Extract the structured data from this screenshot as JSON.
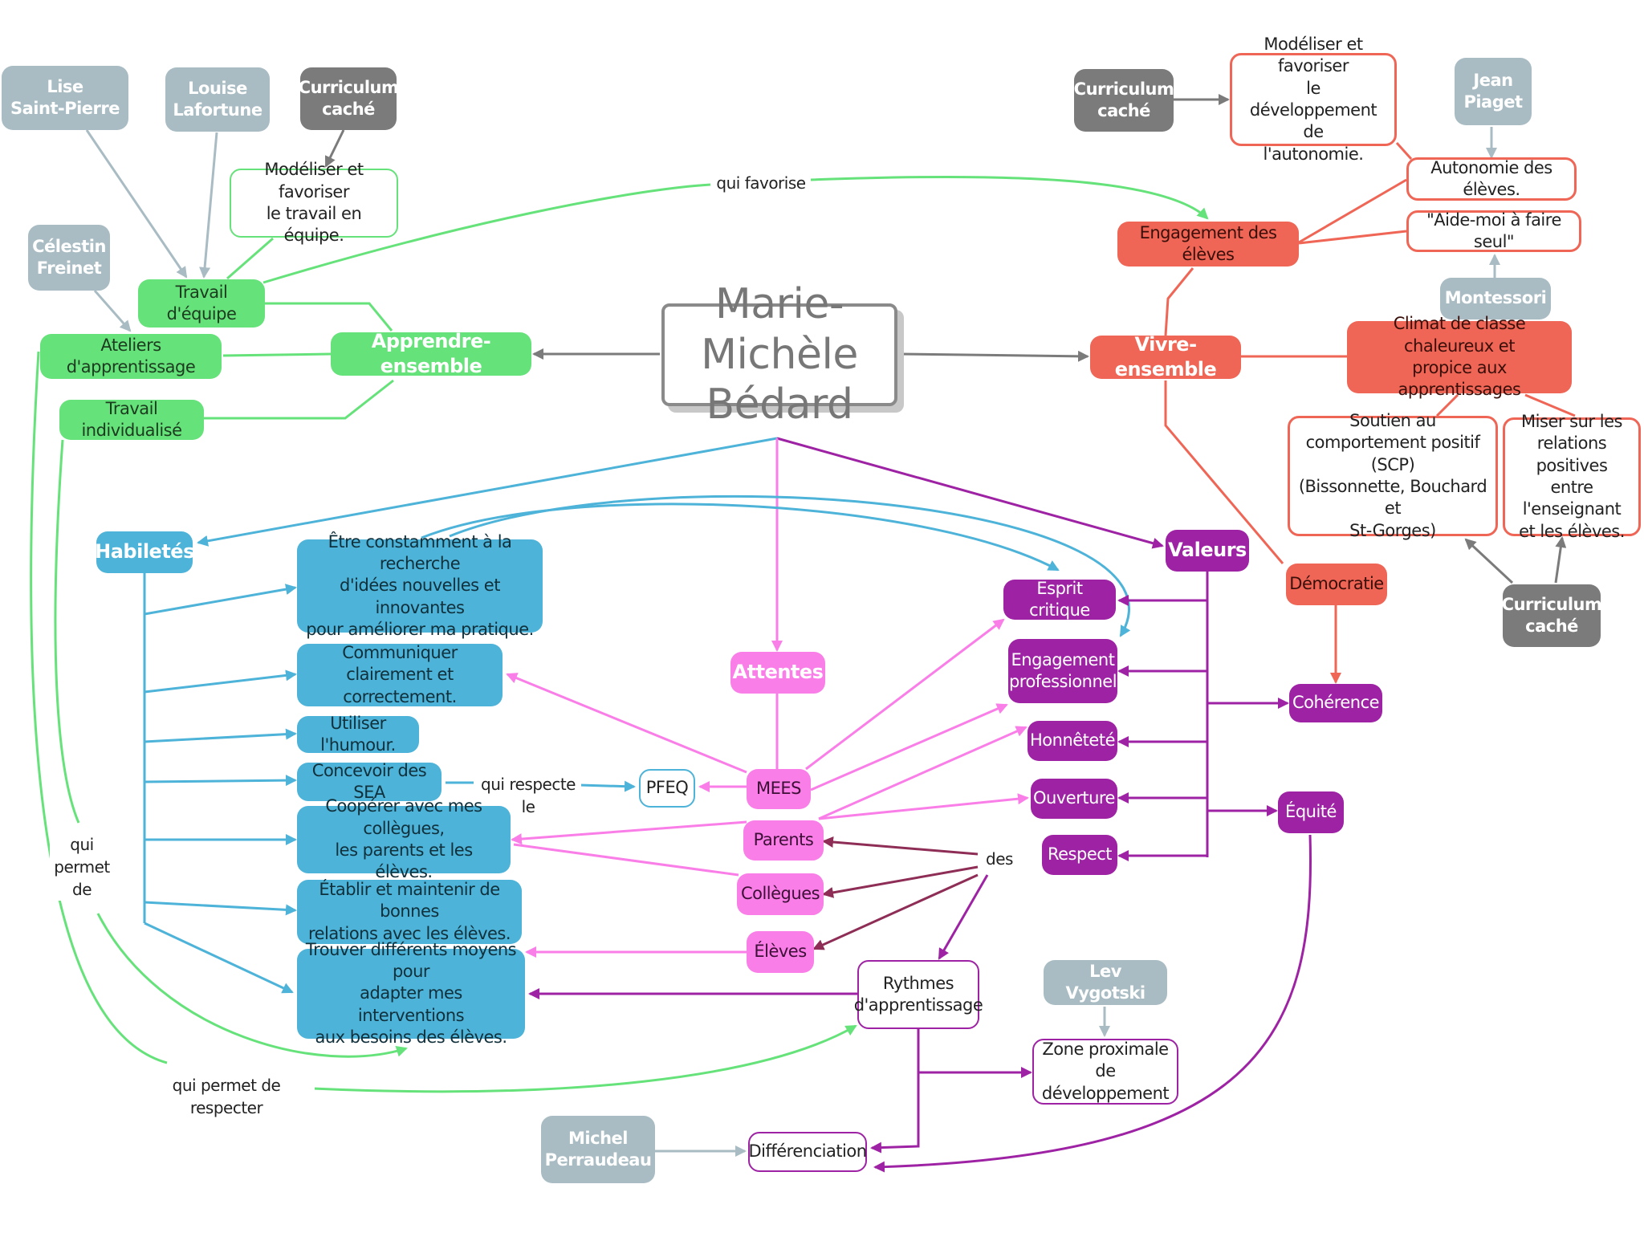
{
  "colors": {
    "green": "#66e27a",
    "red": "#ef6656",
    "blue": "#4eb3d8",
    "pink": "#fa7ee7",
    "purple": "#9e23a4",
    "gray": "#a9bcc3",
    "dark": "#7b7b7b"
  },
  "title": "Marie-Michèle\nBédard",
  "green": {
    "lise": "Lise\nSaint-Pierre",
    "louise": "Louise\nLafortune",
    "curriculum": "Curriculum\ncaché",
    "modeliser_equipe": "Modéliser et  favoriser\nle travail en équipe.",
    "celestin": "Célestin\nFreinet",
    "travail_equipe": "Travail d'équipe",
    "ateliers": "Ateliers d'apprentissage",
    "apprendre": "Apprendre-ensemble",
    "individualise": "Travail individualisé",
    "qui_favorise": "qui favorise",
    "qui_permet_de": "qui\npermet\nde",
    "qui_permet_respecter": "qui permet de respecter"
  },
  "red": {
    "curriculum": "Curriculum\ncaché",
    "modeliser_autonomie": "Modéliser et favoriser\nle développement de\nl'autonomie.",
    "piaget": "Jean\nPiaget",
    "autonomie": "Autonomie des élèves.",
    "engagement": "Engagement des élèves",
    "aide_moi": "\"Aide-moi à faire seul\"",
    "montessori": "Montessori",
    "vivre": "Vivre-ensemble",
    "climat": "Climat de classe chaleureux et\npropice aux apprentissages",
    "soutien": "Soutien au\ncomportement positif (SCP)\n(Bissonnette, Bouchard et\nSt-Gorges)",
    "miser": "Miser sur les\nrelations positives\nentre l'enseignant\net les élèves.",
    "curriculum2": "Curriculum\ncaché",
    "democratie": "Démocratie"
  },
  "blue": {
    "habiletes": "Habiletés",
    "recherche": "Être constamment à la recherche\nd'idées nouvelles et innovantes\npour améliorer ma pratique.",
    "communiquer": "Communiquer clairement et\ncorrectement.",
    "humour": "Utiliser l'humour.",
    "concevoir": "Concevoir des SEA",
    "cooperer": "Coopérer avec mes collègues,\nles parents et les élèves.",
    "etablir": "Établir et maintenir de bonnes\nrelations avec les élèves.",
    "trouver": "Trouver différents moyens pour\nadapter mes interventions\naux besoins des élèves.",
    "qui_respecte": "qui respecte le",
    "pfeq": "PFEQ"
  },
  "pink": {
    "attentes": "Attentes",
    "mees": "MEES",
    "parents": "Parents",
    "collegues": "Collègues",
    "eleves": "Élèves"
  },
  "purple": {
    "valeurs": "Valeurs",
    "esprit": "Esprit critique",
    "engagement_pro": "Engagement\nprofessionnel",
    "honnetete": "Honnêteté",
    "ouverture": "Ouverture",
    "respect": "Respect",
    "coherence": "Cohérence",
    "equite": "Équité",
    "des": "des",
    "rythmes": "Rythmes\nd'apprentissage",
    "vygotski": "Lev Vygotski",
    "zone": "Zone proximale de\ndéveloppement",
    "perraudeau": "Michel\nPerraudeau",
    "differenciation": "Différenciation"
  }
}
